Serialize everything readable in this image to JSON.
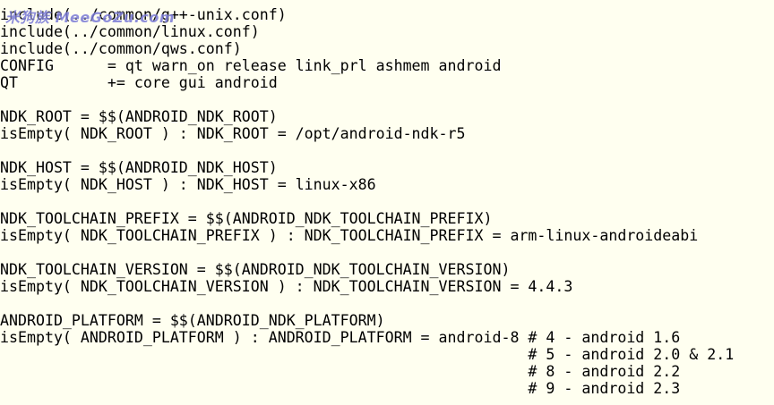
{
  "watermark": "米狗族 MeeGoZu.com",
  "lines": [
    "include(../common/g++-unix.conf)",
    "include(../common/linux.conf)",
    "include(../common/qws.conf)",
    "CONFIG      = qt warn_on release link_prl ashmem android",
    "QT          += core gui android",
    "",
    "NDK_ROOT = $$(ANDROID_NDK_ROOT)",
    "isEmpty( NDK_ROOT ) : NDK_ROOT = /opt/android-ndk-r5",
    "",
    "NDK_HOST = $$(ANDROID_NDK_HOST)",
    "isEmpty( NDK_HOST ) : NDK_HOST = linux-x86",
    "",
    "NDK_TOOLCHAIN_PREFIX = $$(ANDROID_NDK_TOOLCHAIN_PREFIX)",
    "isEmpty( NDK_TOOLCHAIN_PREFIX ) : NDK_TOOLCHAIN_PREFIX = arm-linux-androideabi",
    "",
    "NDK_TOOLCHAIN_VERSION = $$(ANDROID_NDK_TOOLCHAIN_VERSION)",
    "isEmpty( NDK_TOOLCHAIN_VERSION ) : NDK_TOOLCHAIN_VERSION = 4.4.3",
    "",
    "ANDROID_PLATFORM = $$(ANDROID_NDK_PLATFORM)",
    "isEmpty( ANDROID_PLATFORM ) : ANDROID_PLATFORM = android-8 # 4 - android 1.6",
    "                                                           # 5 - android 2.0 & 2.1",
    "                                                           # 8 - android 2.2",
    "                                                           # 9 - android 2.3"
  ]
}
